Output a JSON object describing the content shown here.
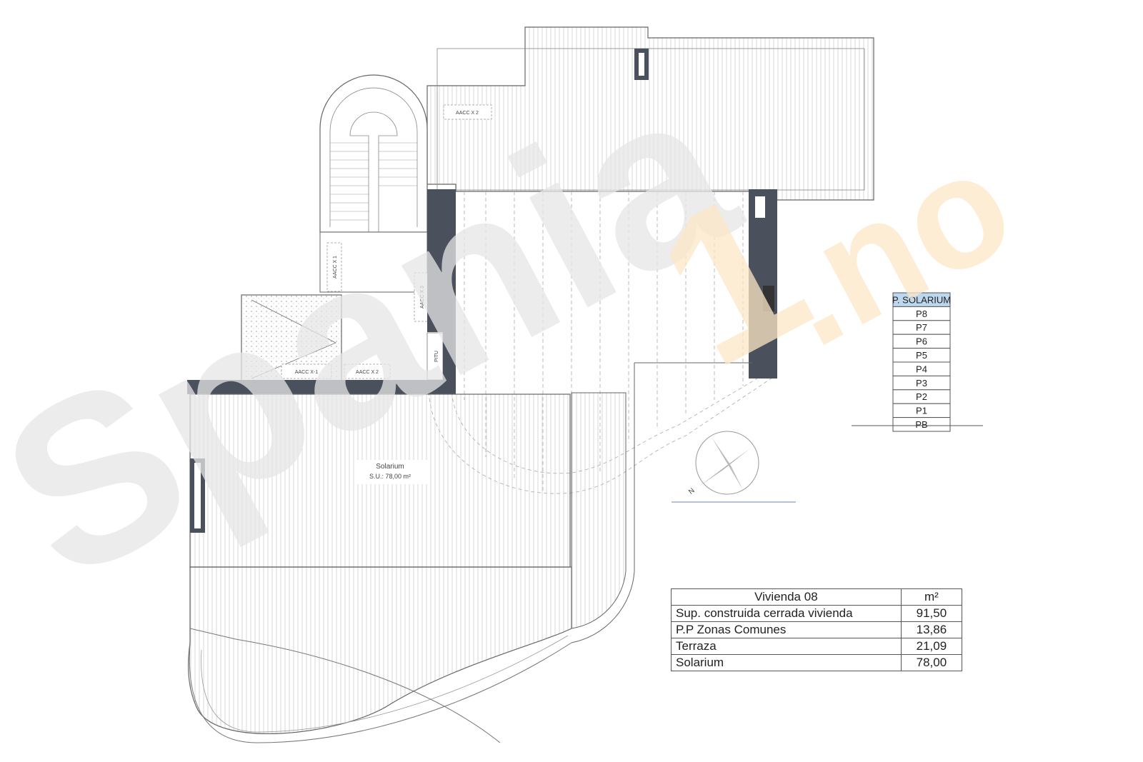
{
  "plan": {
    "room_label": "Solarium",
    "room_area": "S.U.: 78,00 m²",
    "ac_labels": [
      "AACC X 2",
      "AACC X 1",
      "AACC X 3",
      "AACC X-1",
      "AACC X 2"
    ],
    "pitu_label": "PITU",
    "north_label": "N"
  },
  "floors": {
    "highlight_color": "#bcd7ee",
    "items": [
      "P. SOLARIUM",
      "P8",
      "P7",
      "P6",
      "P5",
      "P4",
      "P3",
      "P2",
      "P1",
      "PB"
    ]
  },
  "area_table": {
    "title": "Vivienda 08",
    "unit": "m²",
    "rows": [
      {
        "label": "Sup. construida cerrada vivienda",
        "value": "91,50"
      },
      {
        "label": "P.P Zonas Comunes",
        "value": "13,86"
      },
      {
        "label": "Terraza",
        "value": "21,09"
      },
      {
        "label": "Solarium",
        "value": "78,00"
      }
    ]
  },
  "watermark": {
    "brand_text": "Spania",
    "brand_suffix": ".no",
    "brand_digit": "1",
    "color_gray": "#e6e6e6",
    "color_orange": "#fde7c6"
  },
  "colors": {
    "wall": "#4a505c",
    "line": "#777777"
  }
}
